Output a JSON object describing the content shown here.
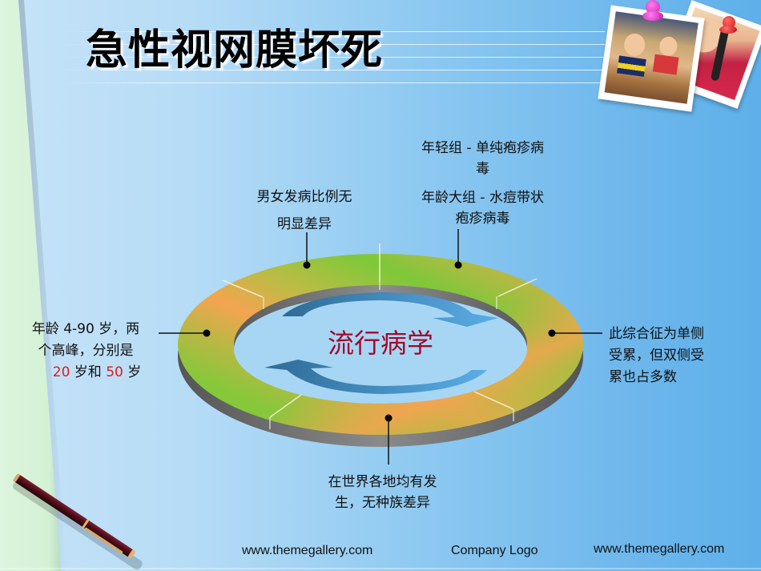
{
  "slide": {
    "title": "急性视网膜坏死",
    "center_label": "流行病学",
    "center_label_color": "#a30a2a",
    "ring_colors": {
      "green": "#7ec83a",
      "orange": "#f4a450",
      "olive": "#b8b844",
      "side": "#6a6a6a"
    },
    "nodes": [
      {
        "id": "top-left",
        "lines": [
          "男女发病比例无",
          "明显差异"
        ]
      },
      {
        "id": "top-right",
        "lines": [
          "年轻组 - 单纯疱疹病",
          "毒",
          "年龄大组 - 水痘带状",
          "疱疹病毒"
        ]
      },
      {
        "id": "left",
        "lines": [
          "年龄 4-90 岁，两",
          "个高峰，分别是"
        ],
        "last_line": {
          "a": "20",
          "b": " 岁和 ",
          "c": "50",
          "d": " 岁"
        }
      },
      {
        "id": "right",
        "lines": [
          "此综合征为单侧",
          "受累，但双侧受",
          "累也占多数"
        ]
      },
      {
        "id": "bottom",
        "lines": [
          "在世界各地均有发",
          "生，无种族差异"
        ]
      }
    ],
    "highlight_color": "#e01b1b"
  },
  "footer": {
    "left": "www.themegallery.com",
    "center": "Company Logo",
    "right": "www.themegallery.com"
  },
  "decor": {
    "photos": [
      "classroom-photo",
      "girl-photo"
    ],
    "pins": [
      "magenta-pin",
      "red-pin"
    ],
    "pen": "fountain-pen"
  }
}
